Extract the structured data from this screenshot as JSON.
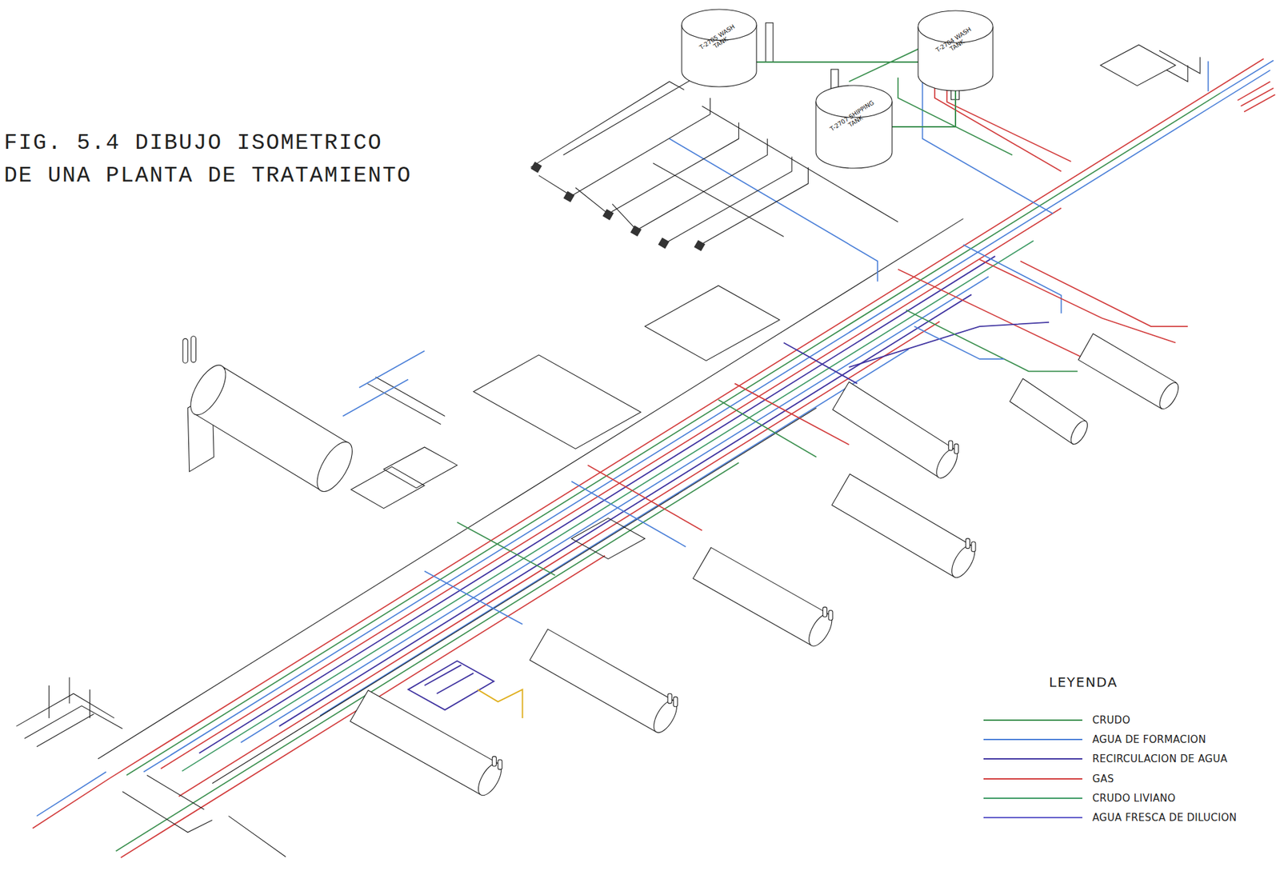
{
  "diagram": {
    "title": "FIG. 5.4 DIBUJO ISOMETRICO DE UNA PLANTA DE TRATAMIENTO",
    "nodes": [
      {
        "text": [
          "T-2705 WASH TANK"
        ]
      },
      {
        "text": [
          "T-2707 SHIPPING TANK"
        ]
      },
      {
        "text": [
          "T-2704 WASH TANK"
        ]
      }
    ],
    "edges": [
      {
        "from": 0,
        "to": 2,
        "arrow": "none"
      },
      {
        "from": 1,
        "to": 2,
        "arrow": "none"
      }
    ],
    "labels": [
      "LEYENDA"
    ],
    "legend": [
      {
        "text": "CRUDO",
        "color": "#3a8f4e"
      },
      {
        "text": "AGUA DE FORMACION",
        "color": "#4a7fd8"
      },
      {
        "text": "RECIRCULACION DE AGUA",
        "color": "#3f33a0"
      },
      {
        "text": "GAS",
        "color": "#d23b3b"
      },
      {
        "text": "CRUDO LIVIANO",
        "color": "#3c9a64"
      },
      {
        "text": "AGUA FRESCA DE DILUCION",
        "color": "#5b55c8"
      }
    ]
  }
}
